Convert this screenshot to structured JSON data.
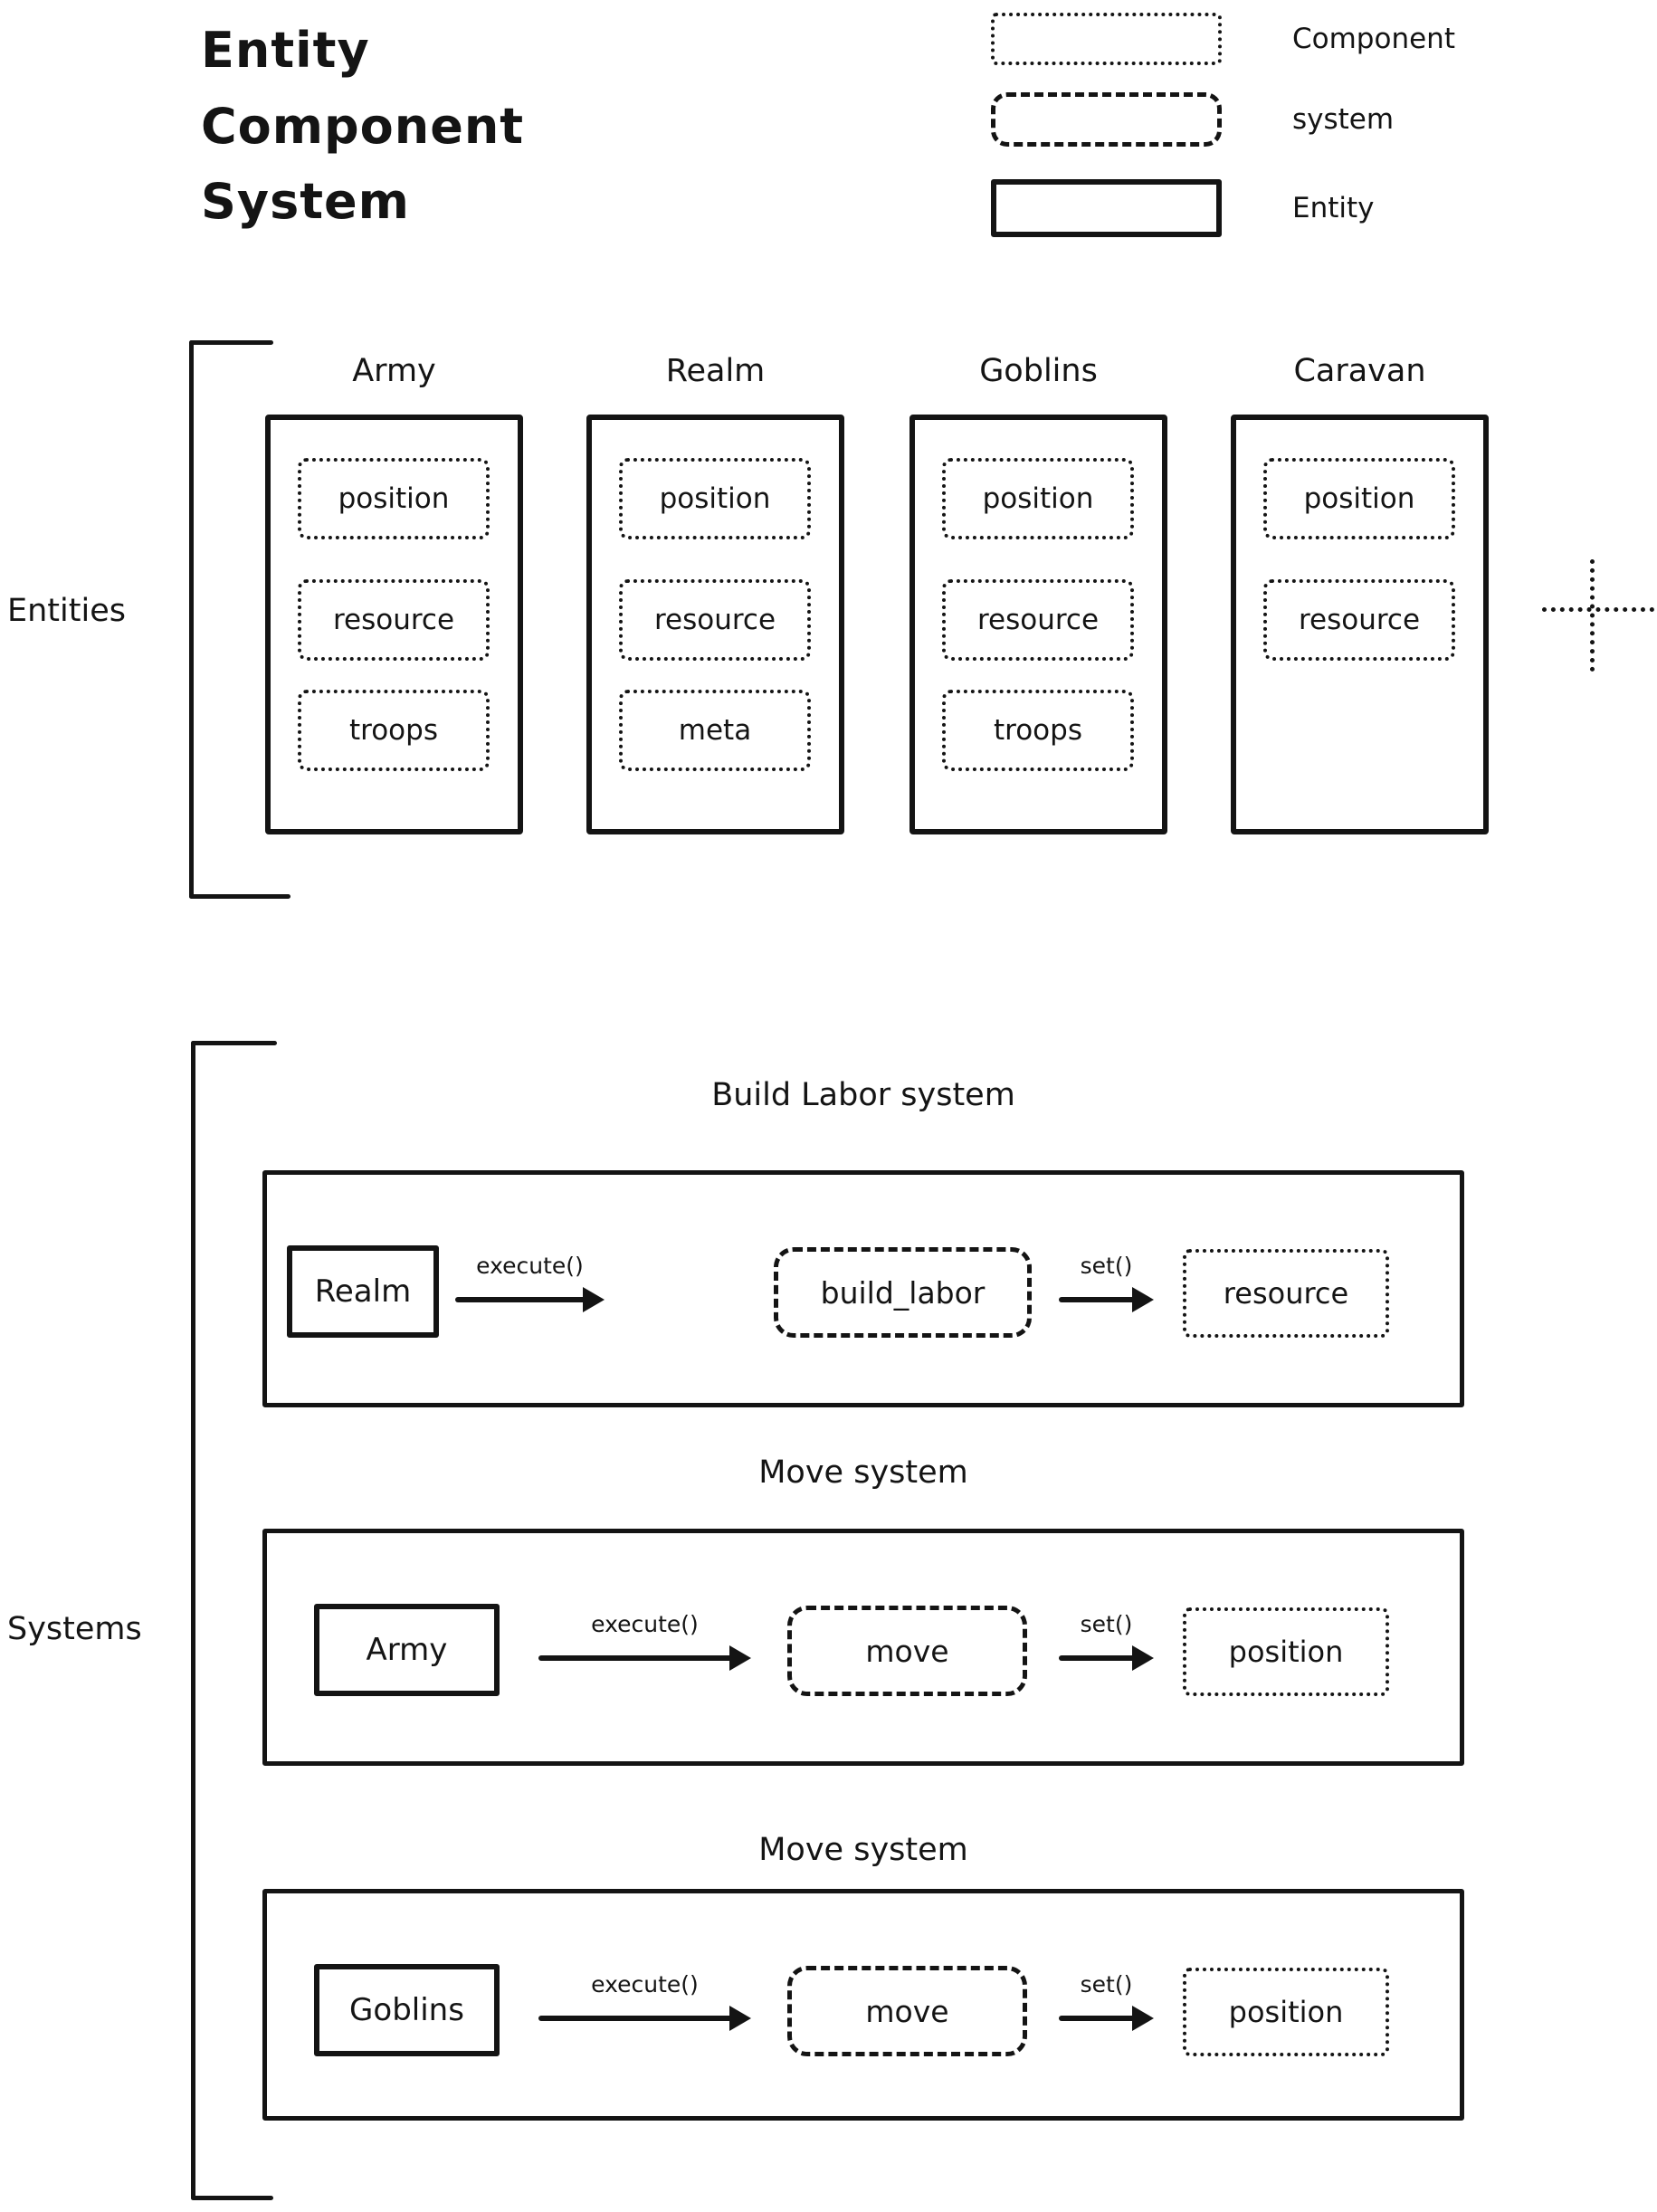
{
  "title": {
    "lines": [
      "Entity",
      "Component",
      "System"
    ]
  },
  "colors": {
    "ink": "#141414",
    "background": "#ffffff"
  },
  "legend": {
    "items": [
      {
        "swatch": "dotted-rectangle",
        "label": "Component"
      },
      {
        "swatch": "dashed-rectangle",
        "label": "system"
      },
      {
        "swatch": "solid-rectangle",
        "label": "Entity"
      }
    ]
  },
  "entities_section": {
    "label": "Entities",
    "more_icon": "plus-icon",
    "entities": [
      {
        "name": "Army",
        "components": [
          "position",
          "resource",
          "troops"
        ]
      },
      {
        "name": "Realm",
        "components": [
          "position",
          "resource",
          "meta"
        ]
      },
      {
        "name": "Goblins",
        "components": [
          "position",
          "resource",
          "troops"
        ]
      },
      {
        "name": "Caravan",
        "components": [
          "position",
          "resource"
        ]
      }
    ]
  },
  "systems_section": {
    "label": "Systems",
    "systems": [
      {
        "title": "Build Labor system",
        "entity": "Realm",
        "call_label": "execute()",
        "system_fn": "build_labor",
        "set_label": "set()",
        "component": "resource"
      },
      {
        "title": "Move system",
        "entity": "Army",
        "call_label": "execute()",
        "system_fn": "move",
        "set_label": "set()",
        "component": "position"
      },
      {
        "title": "Move system",
        "entity": "Goblins",
        "call_label": "execute()",
        "system_fn": "move",
        "set_label": "set()",
        "component": "position"
      }
    ]
  }
}
